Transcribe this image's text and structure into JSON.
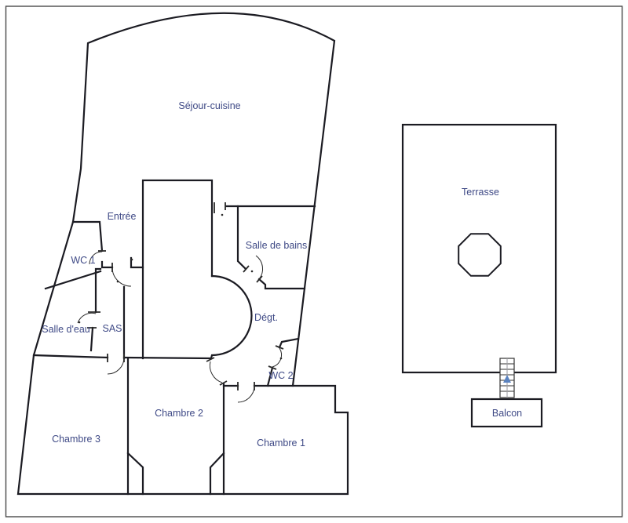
{
  "plan": {
    "type": "floor-plan",
    "labels": {
      "sejour": "Séjour-cuisine",
      "entree": "Entrée",
      "wc1": "WC 1",
      "salle_de_bains": "Salle de bains",
      "salle_deau": "Salle d'eau",
      "sas": "SAS",
      "degt": "Dégt.",
      "wc2": "WC 2",
      "chambre1": "Chambre 1",
      "chambre2": "Chambre 2",
      "chambre3": "Chambre 3",
      "terrasse": "Terrasse",
      "balcon": "Balcon"
    },
    "colors": {
      "label": "#3f4a86",
      "wall": "#1b1b22",
      "door": "#2a2a2a",
      "border": "#4a4a4a",
      "stair": "#333333",
      "stair_center": "#9a9aa0",
      "arrow": "#5b83c0"
    }
  }
}
